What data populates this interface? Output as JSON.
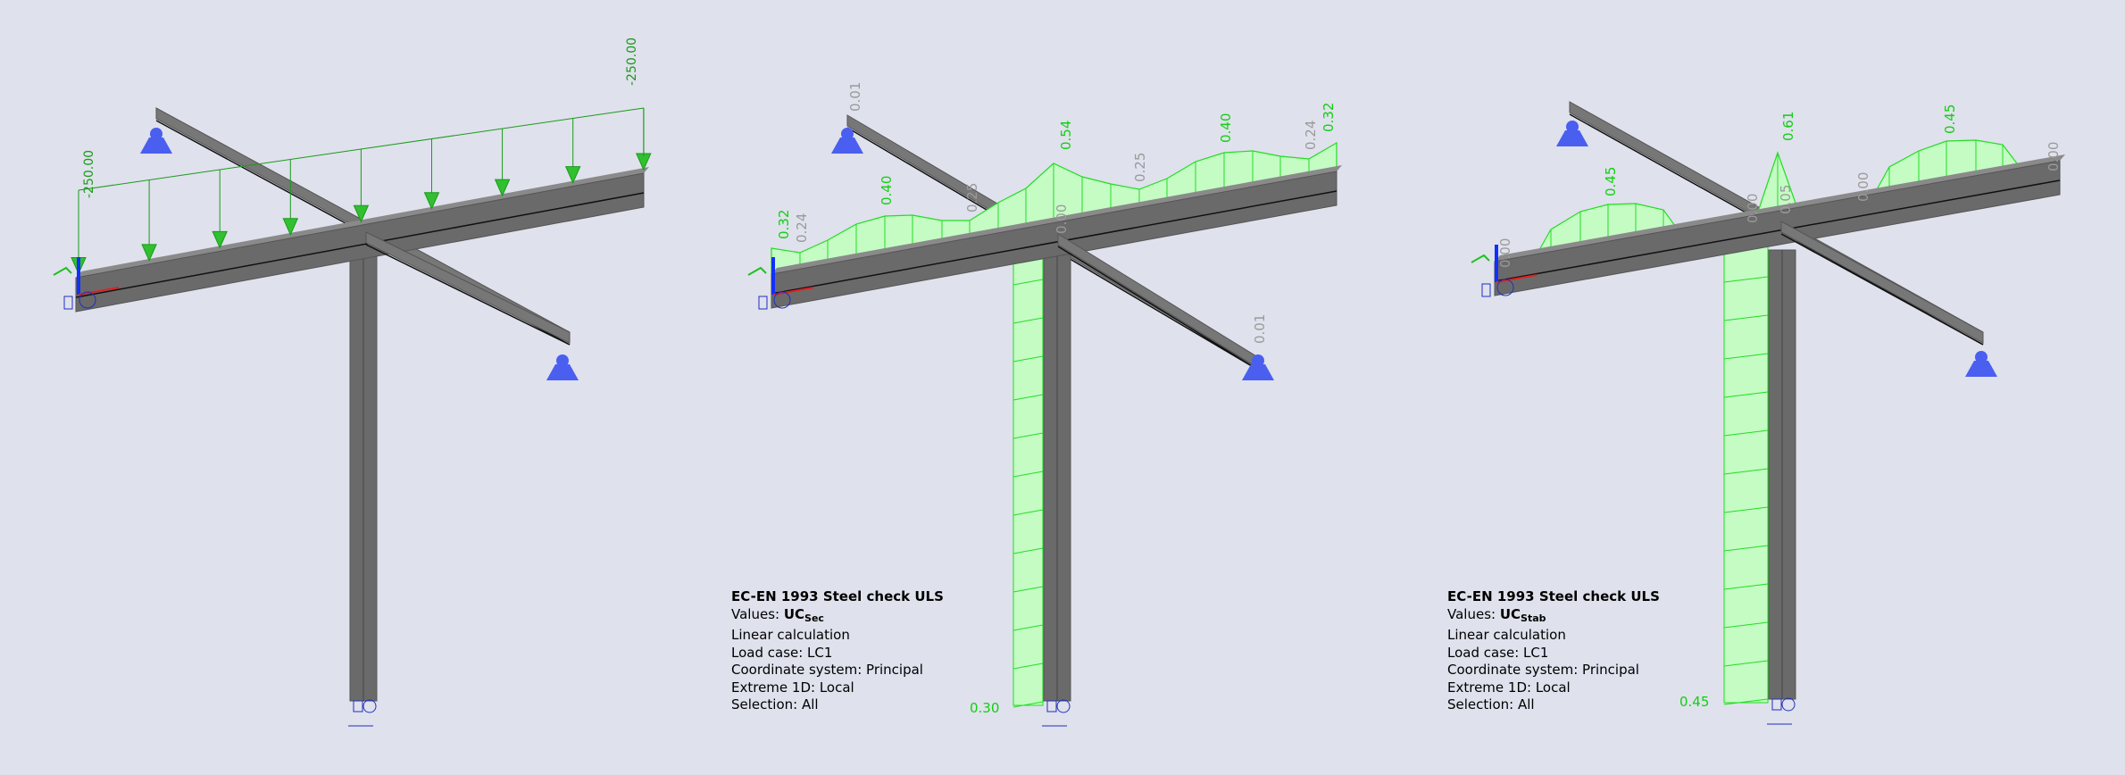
{
  "colors": {
    "background": "#dfe1ec",
    "steel": "#6a6a6a",
    "diagram_fill": "#c4fcc4",
    "diagram_line": "#22dd22",
    "support": "#4a5ff0",
    "load": "#1a9a1a",
    "value_major": "#10d010",
    "value_minor": "#9a9a9a"
  },
  "panel1": {
    "load_labels": [
      "-250.00",
      "-250.00"
    ]
  },
  "panel2": {
    "info": {
      "title": "EC-EN 1993 Steel check ULS",
      "values_prefix": "Values:",
      "values_main": "UC",
      "values_sub": "Sec",
      "line1": "Linear calculation",
      "line2": "Load case:  LC1",
      "line3": "Coordinate system:  Principal",
      "line4": "Extreme 1D: Local",
      "line5": "Selection:  All"
    },
    "labels": [
      "0.01",
      "0.32",
      "0.24",
      "0.40",
      "0.25",
      "0.54",
      "0.00",
      "0.25",
      "0.40",
      "0.24",
      "0.32",
      "0.01",
      "0.30"
    ]
  },
  "panel3": {
    "info": {
      "title": "EC-EN 1993 Steel check ULS",
      "values_prefix": "Values:",
      "values_main": "UC",
      "values_sub": "Stab",
      "line1": "Linear calculation",
      "line2": "Load case:  LC1",
      "line3": "Coordinate system:  Principal",
      "line4": "Extreme 1D: Local",
      "line5": "Selection:  All"
    },
    "labels": [
      "0.00",
      "0.45",
      "0.00",
      "0.61",
      "0.05",
      "0.00",
      "0.45",
      "0.00",
      "0.45"
    ]
  }
}
